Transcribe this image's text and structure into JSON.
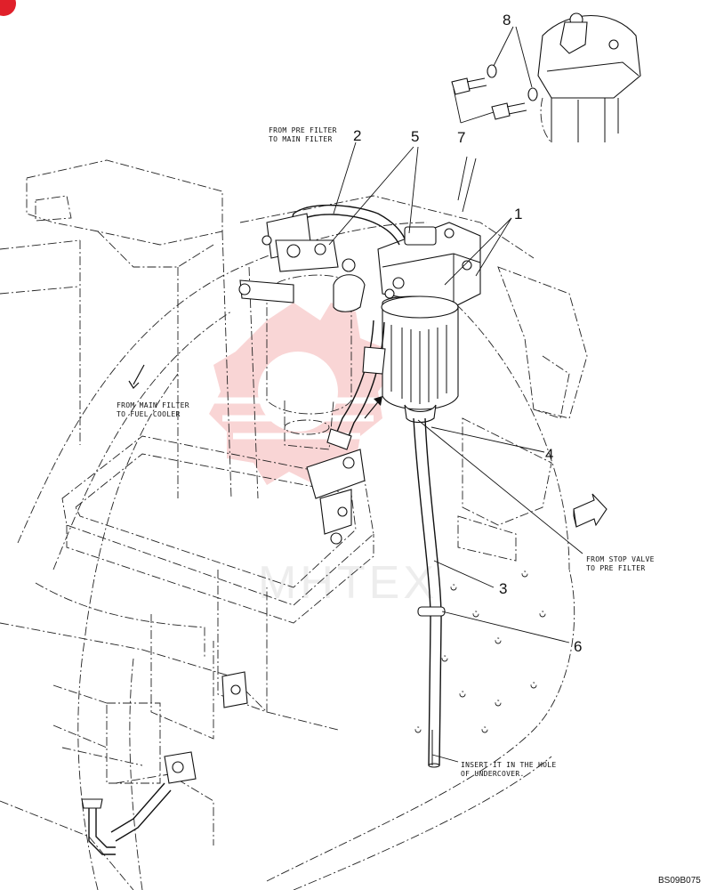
{
  "notes": {
    "pre_to_main": [
      "FROM PRE FILTER",
      "TO MAIN FILTER"
    ],
    "main_to_cooler": [
      "FROM MAIN FILTER",
      "TO FUEL COOLER"
    ],
    "stop_to_pre": [
      "FROM STOP VALVE",
      "TO PRE FILTER"
    ],
    "insert_hole": [
      "INSERT IT IN THE HOLE",
      "OF UNDERCOVER."
    ]
  },
  "callouts": {
    "c1": "1",
    "c2": "2",
    "c3": "3",
    "c4": "4",
    "c5": "5",
    "c6": "6",
    "c7": "7",
    "c8": "8"
  },
  "drawing_ref": "BS09B075",
  "colors": {
    "line": "#111111",
    "watermark": "#f2a3a3",
    "corner_badge": "#e0202a"
  }
}
